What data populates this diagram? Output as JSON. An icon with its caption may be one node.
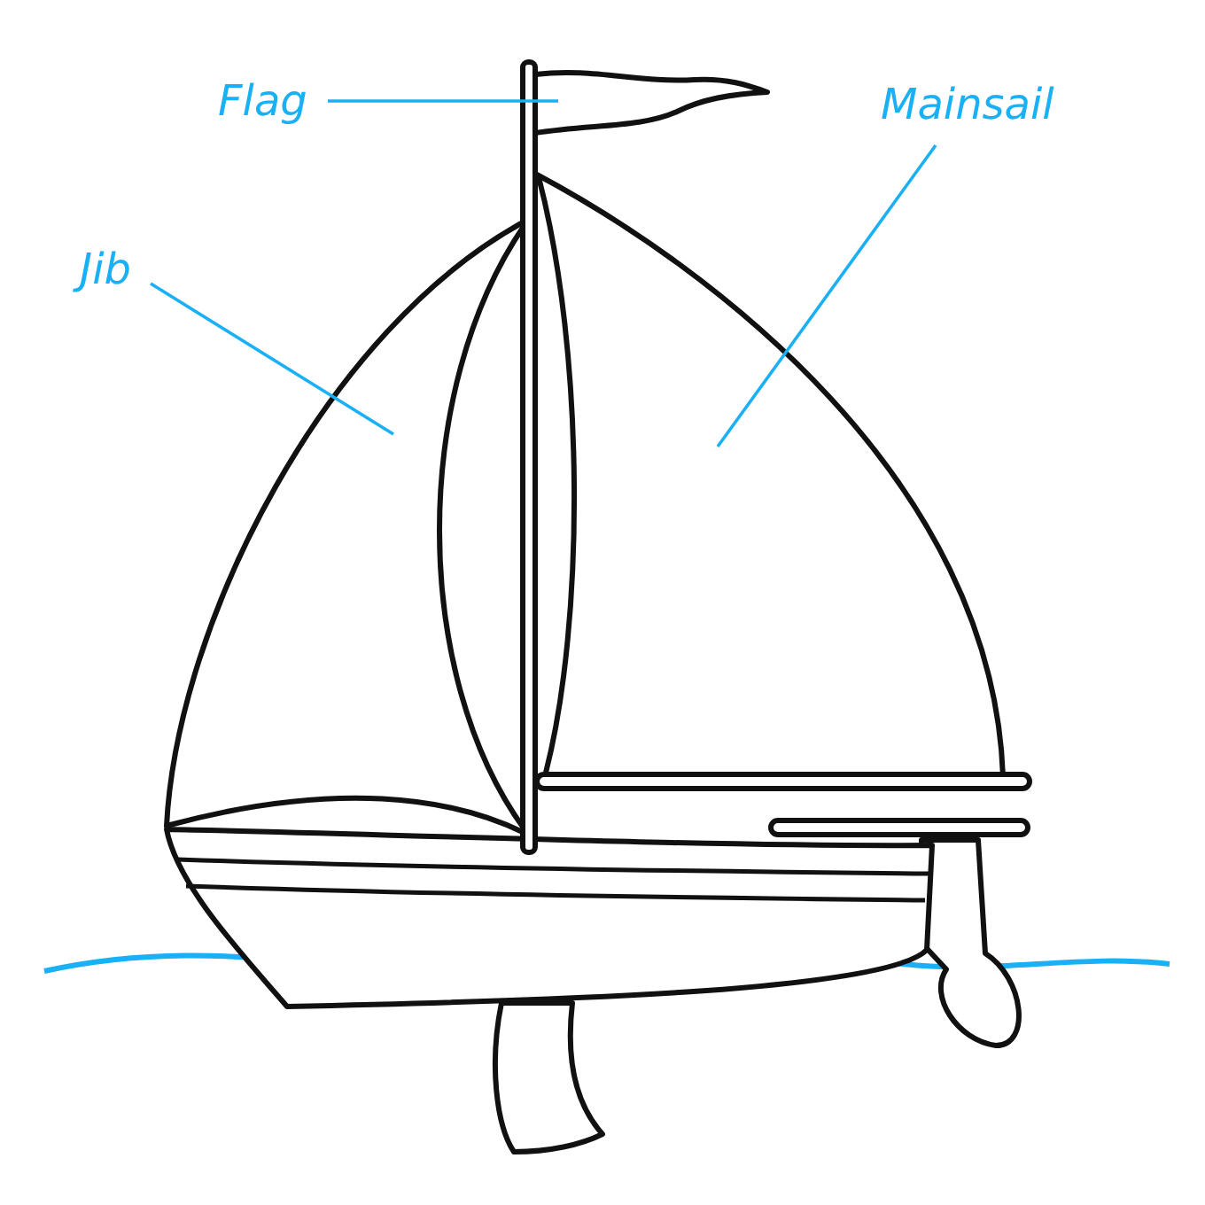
{
  "diagram": {
    "nodes": [
      {
        "text": [
          "Flag"
        ]
      },
      {
        "text": [
          "Mainsail"
        ]
      },
      {
        "text": [
          "Jib"
        ]
      },
      {
        "text": [],
        "shape": "picture"
      },
      {
        "text": [],
        "shape": "picture"
      },
      {
        "text": [],
        "shape": "picture"
      }
    ],
    "edges": [
      {
        "from": 0,
        "to": 3,
        "arrow": "none"
      },
      {
        "from": 1,
        "to": 4,
        "arrow": "none"
      },
      {
        "from": 2,
        "to": 5,
        "arrow": "none"
      }
    ]
  }
}
